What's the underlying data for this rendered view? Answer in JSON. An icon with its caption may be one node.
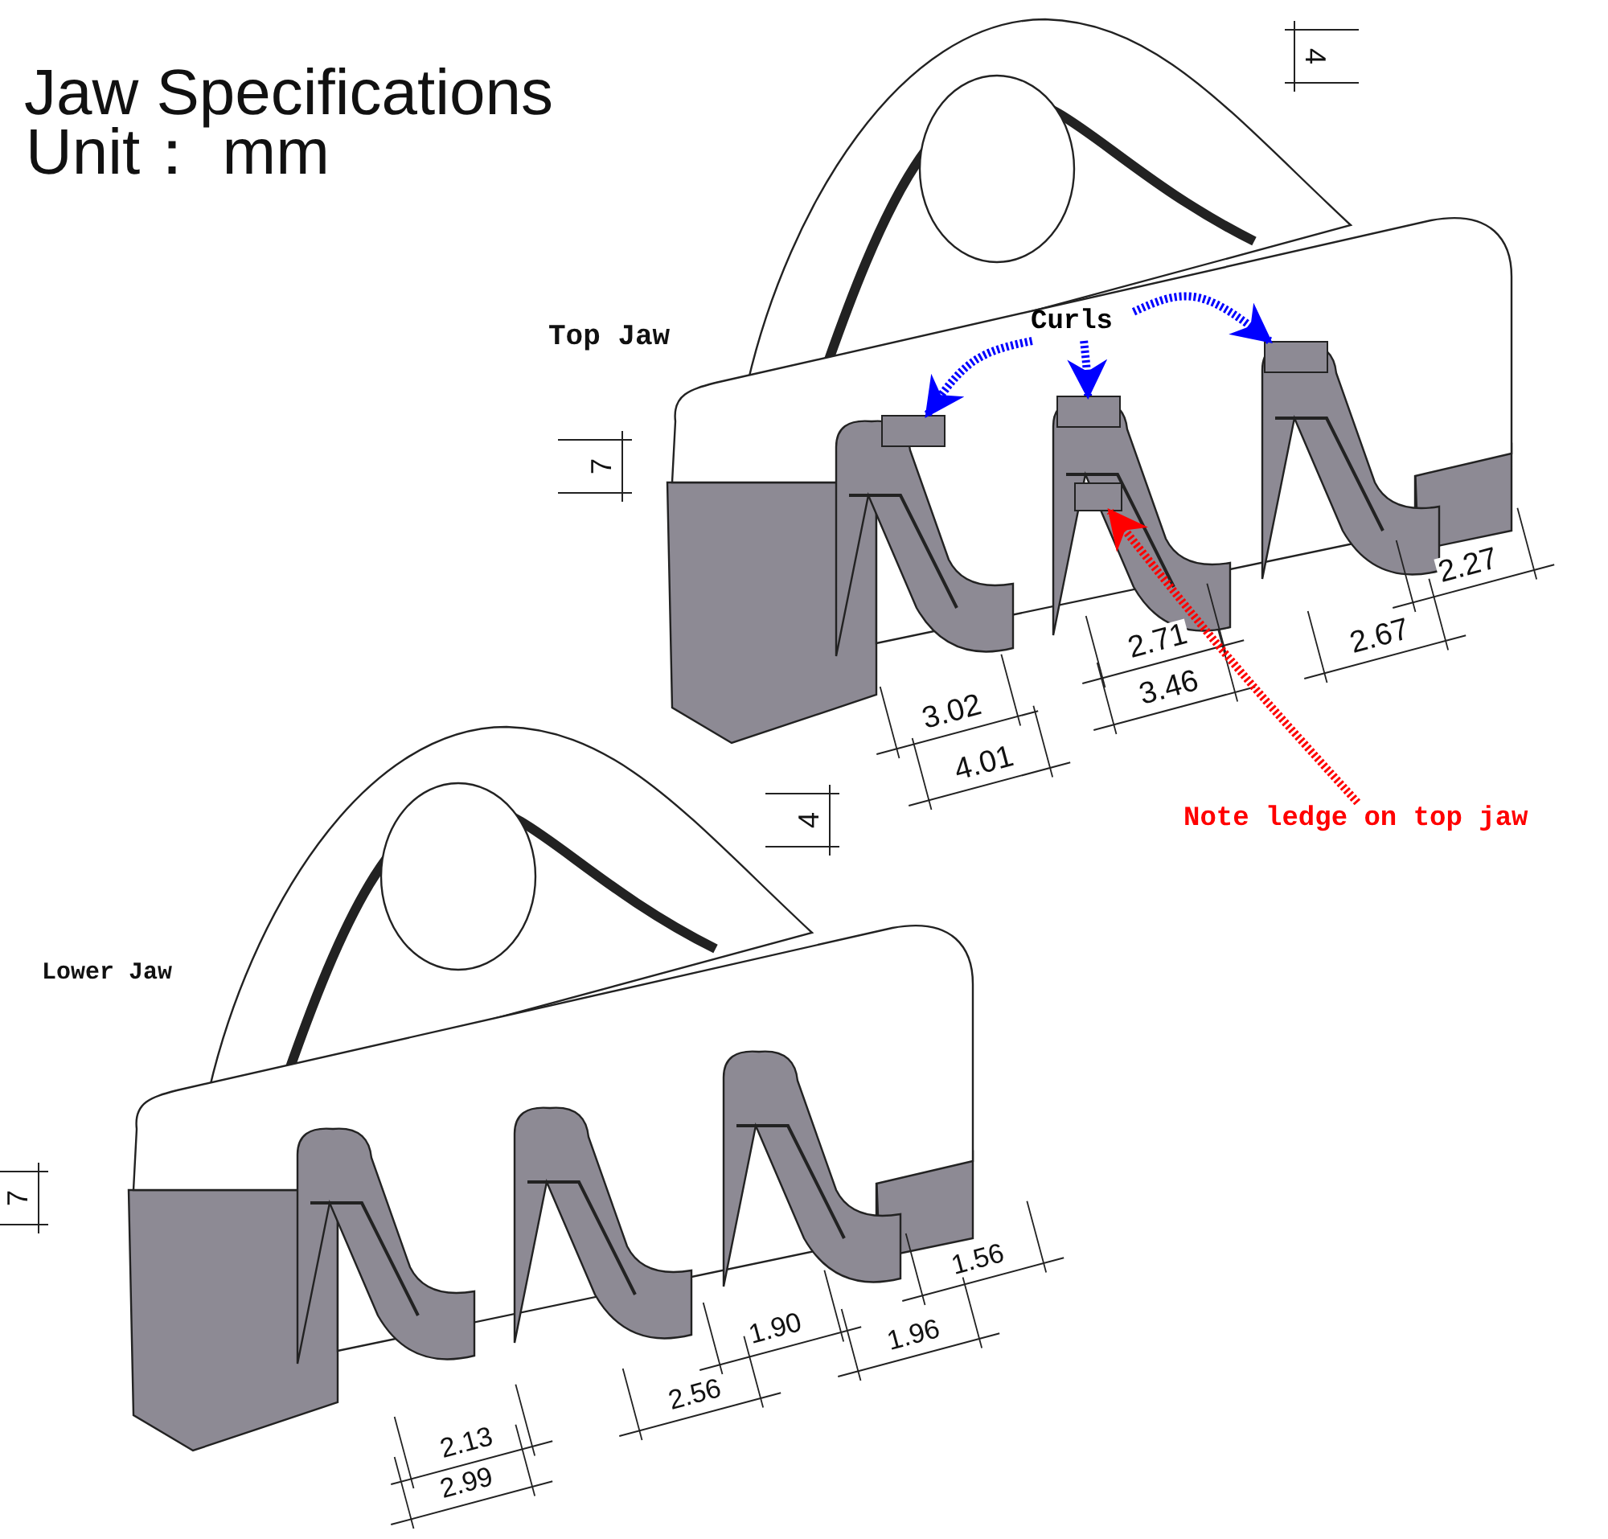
{
  "diagram": {
    "title": "Jaw Specifications",
    "nodes": [
      {
        "text": [
          "Curls"
        ]
      },
      {
        "text": [],
        "shape": "box"
      },
      {
        "text": [],
        "shape": "box"
      },
      {
        "text": [],
        "shape": "box"
      },
      {
        "text": [
          "Note ledge on top jaw"
        ]
      },
      {
        "text": [],
        "shape": "box"
      }
    ],
    "edges": [
      {
        "from": 0,
        "to": 1,
        "arrow": "to",
        "style": "dashed"
      },
      {
        "from": 0,
        "to": 2,
        "arrow": "to",
        "style": "dashed"
      },
      {
        "from": 0,
        "to": 3,
        "arrow": "to",
        "style": "dashed"
      },
      {
        "from": 4,
        "to": 5,
        "arrow": "to",
        "style": "dashed",
        "color": "#ff0000"
      }
    ],
    "labels": [
      "Unit： mm",
      "Top Jaw",
      "4",
      "7",
      "3.02",
      "4.01",
      "2.71",
      "3.46",
      "2.67",
      "2.27",
      "4",
      "Lower Jaw",
      "7",
      "2.13",
      "2.99",
      "2.56",
      "1.90",
      "1.96",
      "1.56"
    ]
  }
}
